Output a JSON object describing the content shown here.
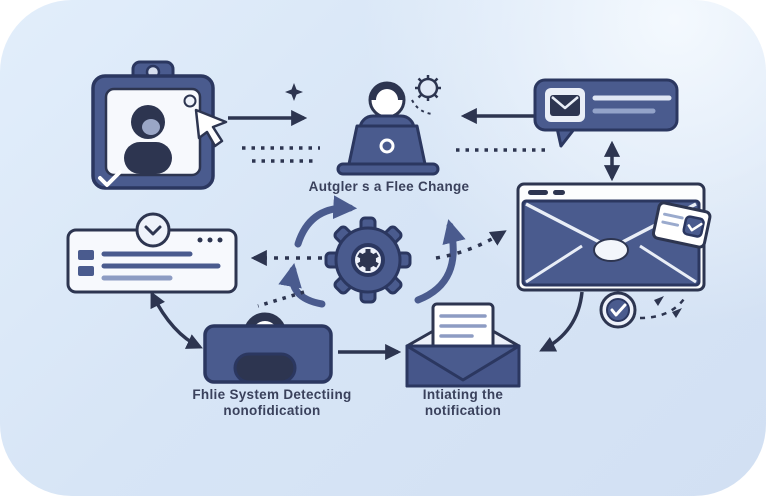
{
  "scene": {
    "type": "illustration-flow-diagram",
    "topic": "file system change detection and notification flow"
  },
  "captions": {
    "laptop": "Autgler s a Flee Change",
    "monitor_line1": "Fhlie System Detectiing",
    "monitor_line2": "nonofidication",
    "envelope_line1": "Intiating the",
    "envelope_line2": "notification"
  },
  "colors": {
    "panel_light": "#e2eefb",
    "panel_mid": "#d7e5f6",
    "primary": "#4a5b8e",
    "primary_dark": "#2d3550",
    "outline": "#2b3760",
    "paper": "#f7f9fd",
    "accent_light": "#e9eef7",
    "ink": "#3a415c"
  },
  "icons": [
    {
      "name": "clipboard-user-card-icon"
    },
    {
      "name": "cursor-pointer-icon"
    },
    {
      "name": "sparkle-icon"
    },
    {
      "name": "gear-badge-icon"
    },
    {
      "name": "user-at-laptop-icon"
    },
    {
      "name": "message-bubble-icon"
    },
    {
      "name": "down-up-arrow-icon"
    },
    {
      "name": "envelope-browser-icon"
    },
    {
      "name": "approval-card-icon"
    },
    {
      "name": "check-seal-icon"
    },
    {
      "name": "notification-card-icon"
    },
    {
      "name": "process-gear-icon"
    },
    {
      "name": "user-at-monitor-icon"
    },
    {
      "name": "open-envelope-icon"
    }
  ]
}
